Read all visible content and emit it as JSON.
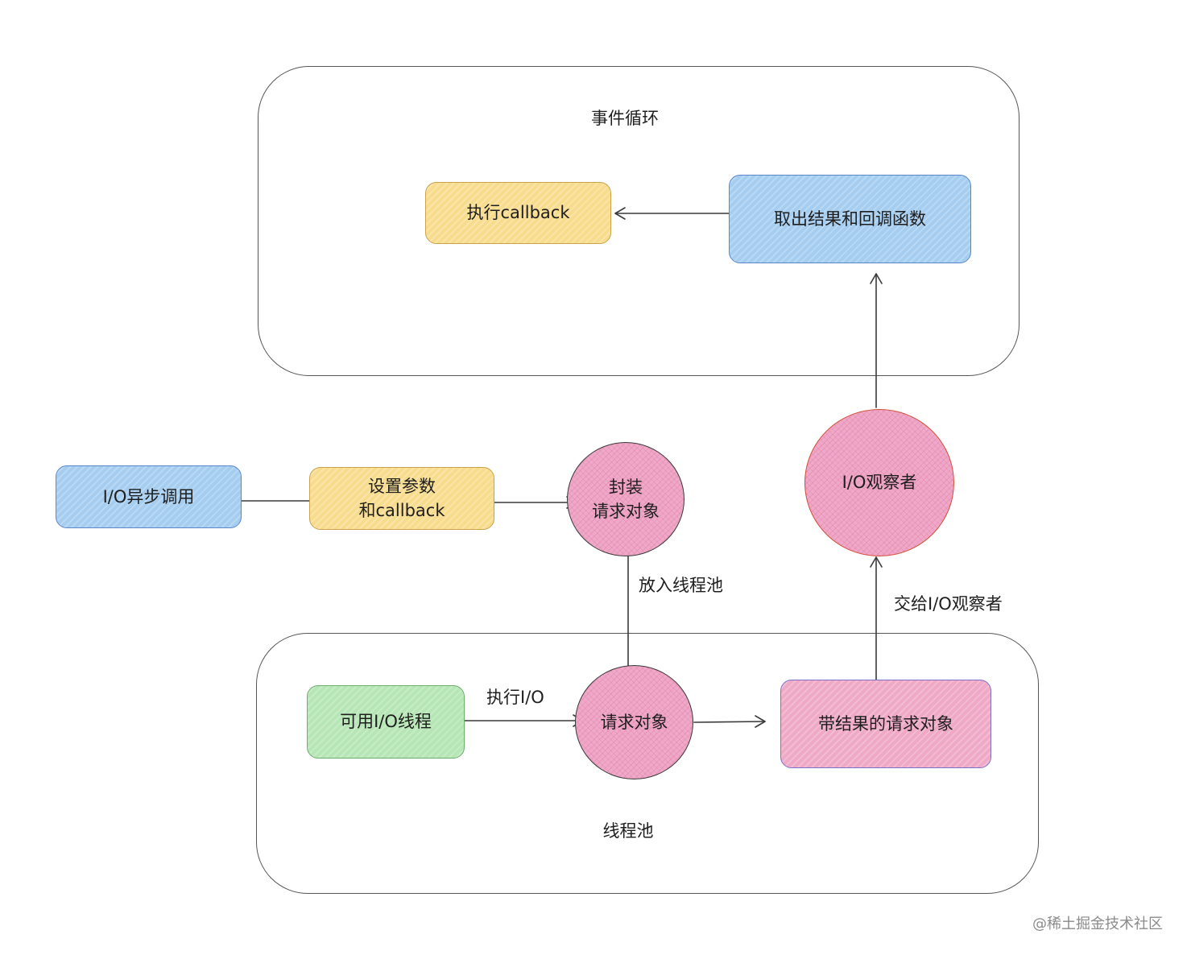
{
  "groups": {
    "event_loop": "事件循环",
    "thread_pool": "线程池"
  },
  "nodes": {
    "exec_callback": "执行callback",
    "fetch_result": "取出结果和回调函数",
    "io_async_call": "I/O异步调用",
    "set_params": [
      "设置参数",
      "和callback"
    ],
    "wrap_request": [
      "封装",
      "请求对象"
    ],
    "io_observer": "I/O观察者",
    "available_thread": "可用I/O线程",
    "request_object": "请求对象",
    "request_with_result": "带结果的请求对象"
  },
  "edge_labels": {
    "put_thread_pool": "放入线程池",
    "hand_to_observer": "交给I/O观察者",
    "exec_io": "执行I/O"
  },
  "watermark": "@稀土掘金技术社区",
  "colors": {
    "blue": "#a5cdf0",
    "yellow": "#f8dc8e",
    "green": "#b6e6b5",
    "pink": "#efa9c6",
    "stroke": "#555555"
  }
}
